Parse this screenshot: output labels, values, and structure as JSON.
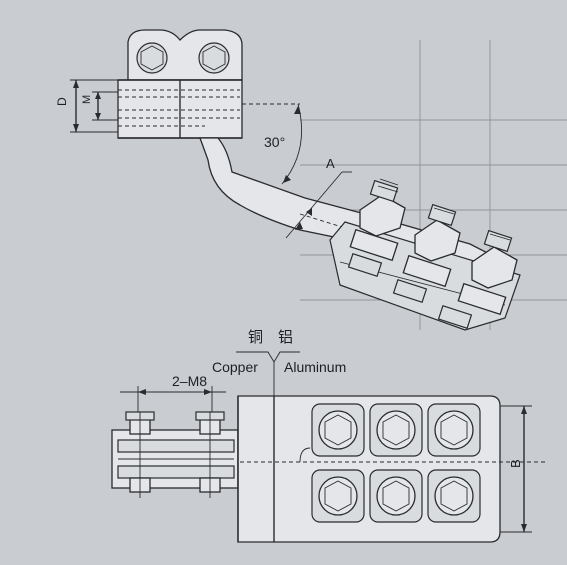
{
  "labels": {
    "dim_d": "D",
    "dim_m": "M",
    "angle": "30°",
    "dim_a": "A",
    "cn_copper": "铜",
    "cn_aluminum": "铝",
    "copper": "Copper",
    "aluminum": "Aluminum",
    "bolts": "2–M8",
    "dim_b": "B"
  },
  "colors": {
    "paper": "#c9ccd0",
    "line": "#2a2b2e",
    "part_face": "#e4e6e9"
  }
}
